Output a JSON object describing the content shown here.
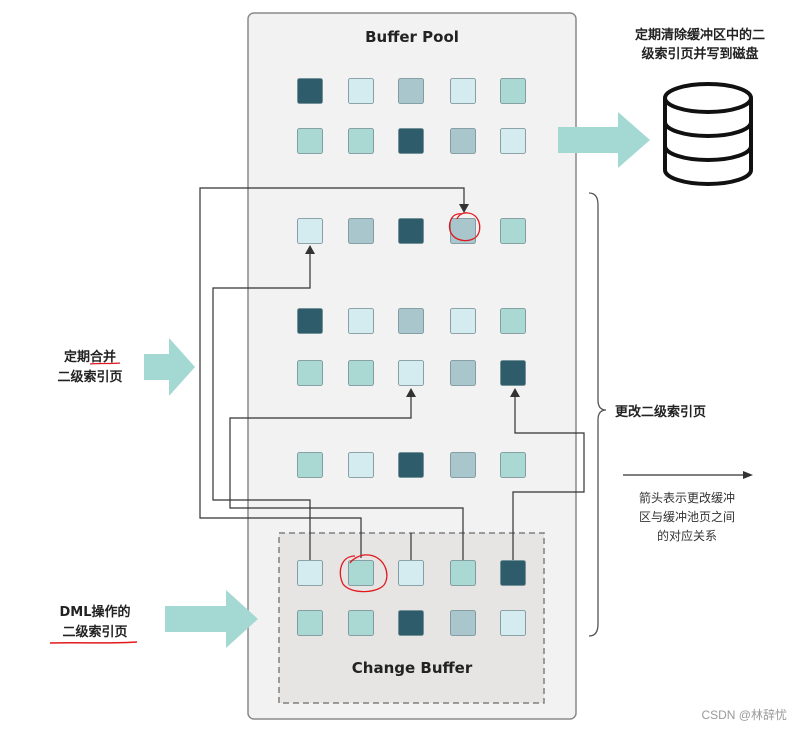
{
  "buffer_pool": {
    "title": "Buffer Pool"
  },
  "change_buffer": {
    "title": "Change Buffer"
  },
  "labels": {
    "flush_line1": "定期清除缓冲区中的二",
    "flush_line2": "级索引页并写到磁盘",
    "merge_line1": "定期合并",
    "merge_line2": "二级索引页",
    "dml_line1": "DML操作的",
    "dml_line2": "二级索引页",
    "modify": "更改二级索引页",
    "legend_line1": "箭头表示更改缓冲",
    "legend_line2": "区与缓冲池页之间",
    "legend_line3": "的对应关系"
  },
  "watermark": "CSDN @林辞忧",
  "colors": {
    "dark": "#2e5c6a",
    "teal": "#a9d9d2",
    "light": "#d4ebf0",
    "gray": "#a8c6cc",
    "arrow": "#a4d8d2",
    "highlight": "#e0191f",
    "line": "#333333"
  },
  "icons": [
    "database-icon",
    "arrow-right-icon",
    "brace-icon"
  ]
}
